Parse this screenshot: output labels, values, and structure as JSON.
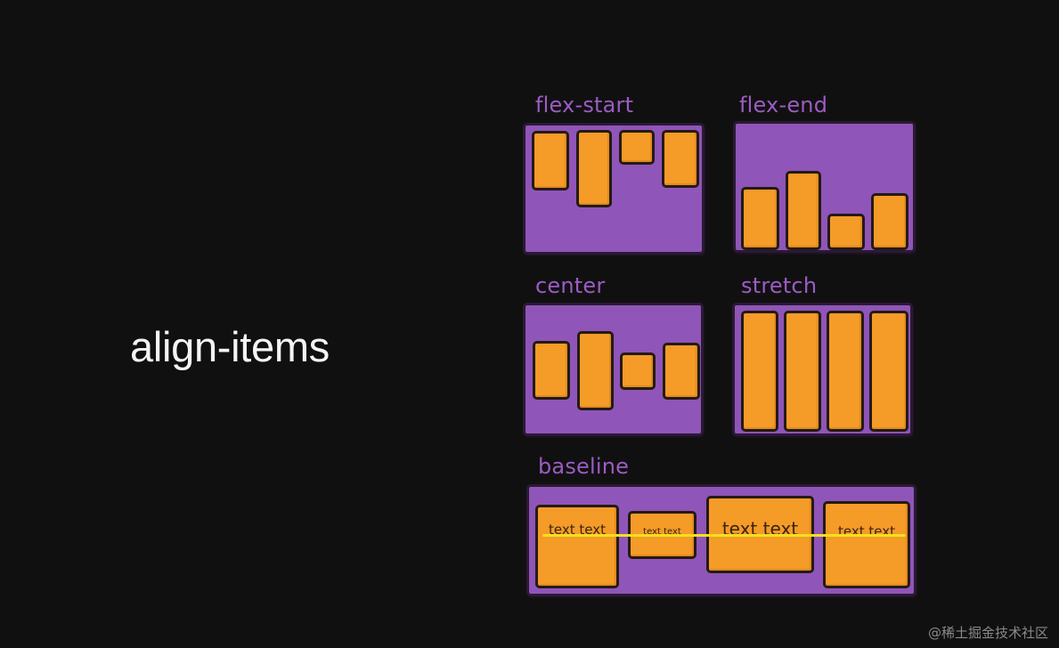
{
  "title": "align-items",
  "panels": {
    "flex_start": {
      "label": "flex-start"
    },
    "flex_end": {
      "label": "flex-end"
    },
    "center": {
      "label": "center"
    },
    "stretch": {
      "label": "stretch"
    },
    "baseline": {
      "label": "baseline",
      "items": [
        "text text",
        "text text",
        "text text",
        "text text"
      ]
    }
  },
  "colors": {
    "background": "#111011",
    "panel": "#8f55b8",
    "label": "#9b5cc2",
    "item": "#f59b27",
    "baseline": "#f2e11e"
  },
  "watermark": "@稀土掘金技术社区"
}
